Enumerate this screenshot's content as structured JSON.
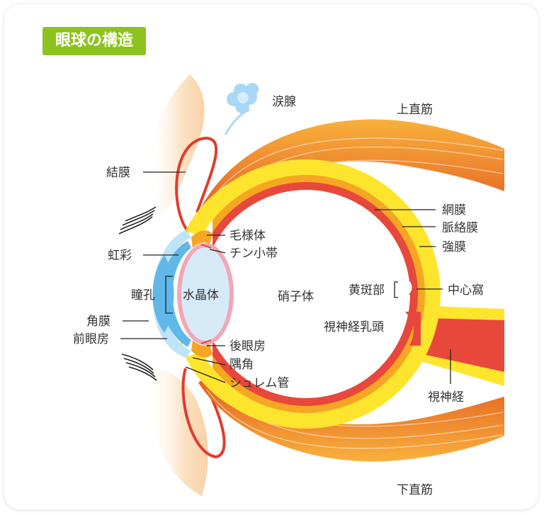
{
  "title": "眼球の構造",
  "labels": {
    "tear_gland": "涙腺",
    "superior_rectus": "上直筋",
    "conjunctiva": "結膜",
    "ciliary_body": "毛様体",
    "zonule": "チン小帯",
    "iris": "虹彩",
    "pupil": "瞳孔",
    "lens": "水晶体",
    "vitreous": "硝子体",
    "macula": "黄斑部",
    "fovea": "中心窩",
    "retina": "網膜",
    "choroid": "脈絡膜",
    "sclera": "強膜",
    "optic_disc": "視神経乳頭",
    "cornea": "角膜",
    "anterior_chamber": "前眼房",
    "posterior_chamber": "後眼房",
    "angle": "隅角",
    "schlemm": "シュレム管",
    "optic_nerve": "視神経",
    "inferior_rectus": "下直筋"
  },
  "colors": {
    "title_bg": "#8dc21f",
    "sclera": "#fde52e",
    "choroid": "#f5a623",
    "retina": "#e8483b",
    "cornea": "#bfe3f7",
    "iris": "#5fb8e8",
    "lens": "#d6eaf8",
    "ciliary": "#f5a623",
    "muscle_dark": "#e0531f",
    "muscle_light": "#f9b13c",
    "eyelid": "#fbe2c4",
    "tear_gland": "#a8d8f5"
  }
}
